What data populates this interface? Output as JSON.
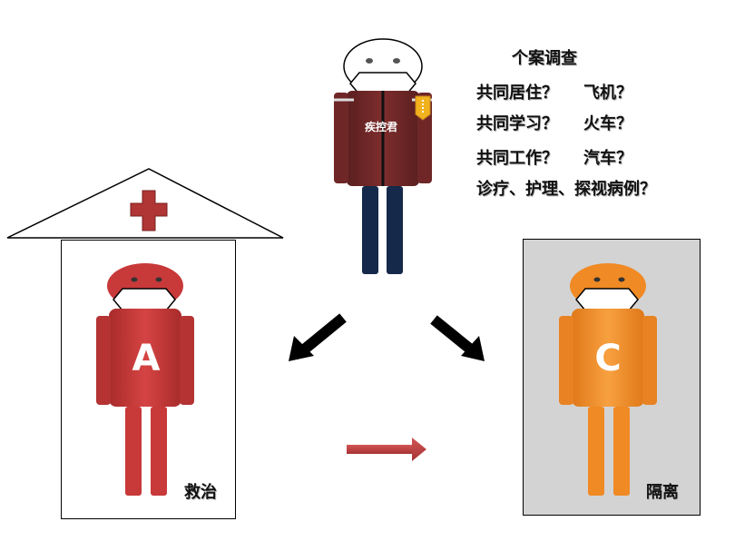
{
  "investigation": {
    "title": "个案调查",
    "items": [
      "共同居住？",
      "飞机？",
      "共同学习？",
      "火车？",
      "共同工作？",
      "汽车？",
      "诊疗、护理、探视病例？"
    ]
  },
  "investigator": {
    "label": "疾控君",
    "color": "#7a2a2a"
  },
  "patient_a": {
    "letter": "A",
    "tag": "救治",
    "color": "#c8393a"
  },
  "patient_c": {
    "letter": "C",
    "tag": "隔离",
    "color": "#f08a24"
  },
  "colors": {
    "hospital_cross": "#b03535",
    "isolation_box": "#d3d3d3",
    "arrow_black": "#000000",
    "arrow_red": "#b84444"
  }
}
